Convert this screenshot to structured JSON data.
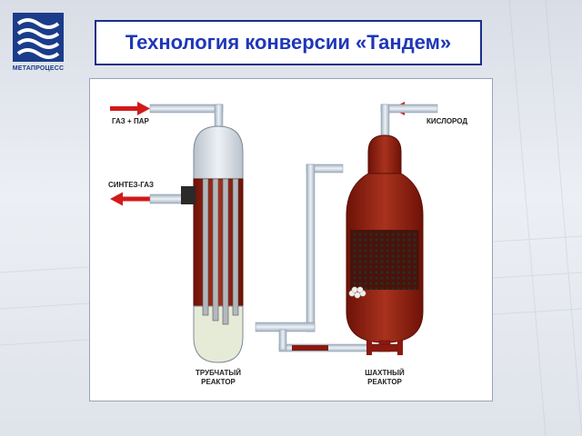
{
  "header": {
    "title": "Технология конверсии «Тандем»"
  },
  "logo": {
    "caption": "МЕТАПРОЦЕСС"
  },
  "diagram": {
    "labels": {
      "gas_steam": "ГАЗ + ПАР",
      "syngas": "СИНТЕЗ-ГАЗ",
      "oxygen": "КИСЛОРОД",
      "tube_reactor_line1": "ТРУБЧАТЫЙ",
      "tube_reactor_line2": "РЕАКТОР",
      "shaft_reactor_line1": "ШАХТНЫЙ",
      "shaft_reactor_line2": "РЕАКТОР"
    },
    "colors": {
      "arrow": "#d11a1a",
      "hot_gas": "#8a1a10",
      "pipe": "#c7d3de",
      "cold_zone": "#e6ebd8"
    }
  }
}
